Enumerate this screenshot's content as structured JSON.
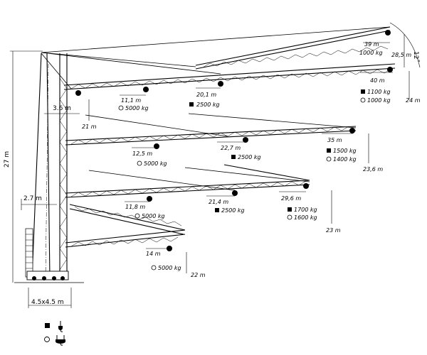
{
  "dimensions": {
    "height_total": "27 m",
    "mast_offset": "2.7 m",
    "jib_offset": "3.6 m",
    "base": "4.5x4.5 m",
    "angle": "12˚"
  },
  "configs": [
    {
      "radius": "40 m",
      "hook_height": "24 m",
      "tip_label": "39 m",
      "tip_load": "1000 kg",
      "tip_height": "28,5 m",
      "mid_radius": "20,1 m",
      "mid_load_square": "2500 kg",
      "inner_radius": "11,1 m",
      "inner_load_circle": "5000 kg",
      "end_load_square": "1100 kg",
      "end_load_circle": "1000 kg"
    },
    {
      "radius": "35 m",
      "hook_height": "23,6 m",
      "jib_height": "21 m",
      "mid_radius": "22,7 m",
      "mid_load_square": "2500 kg",
      "inner_radius": "12,5 m",
      "inner_load_circle": "5000 kg",
      "end_load_square": "1500 kg",
      "end_load_circle": "1400 kg"
    },
    {
      "radius": "29,6 m",
      "hook_height": "23 m",
      "mid_radius": "21,4 m",
      "mid_load_square": "2500 kg",
      "inner_radius": "11,8 m",
      "inner_load_circle": "5000 kg",
      "end_load_square": "1700 kg",
      "end_load_circle": "1600 kg"
    },
    {
      "radius": "14 m",
      "hook_height": "22 m",
      "inner_load_circle": "5000 kg"
    }
  ],
  "legend": {
    "square_icon": "filled-square-icon",
    "circle_icon": "open-circle-icon",
    "hook_single_icon": "single-hook-icon",
    "hook_double_icon": "double-hook-icon"
  }
}
